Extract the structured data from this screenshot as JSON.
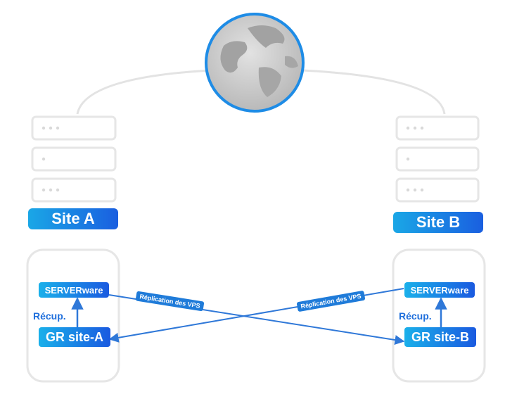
{
  "sites": {
    "a": {
      "label": "Site A",
      "server": "SERVERware",
      "recup": "Récup.",
      "gr": "GR site-A"
    },
    "b": {
      "label": "Site B",
      "server": "SERVERware",
      "recup": "Récup.",
      "gr": "GR site-B"
    }
  },
  "replication_label": "Réplication des VPS",
  "colors": {
    "accent_light": "#1aa7e6",
    "accent_dark": "#1a5fe0",
    "line": "#2f78d8",
    "rack": "#e6e6e6",
    "globe_rim": "#1e8ce6"
  },
  "icons": [
    "globe-icon",
    "server-rack-icon"
  ]
}
